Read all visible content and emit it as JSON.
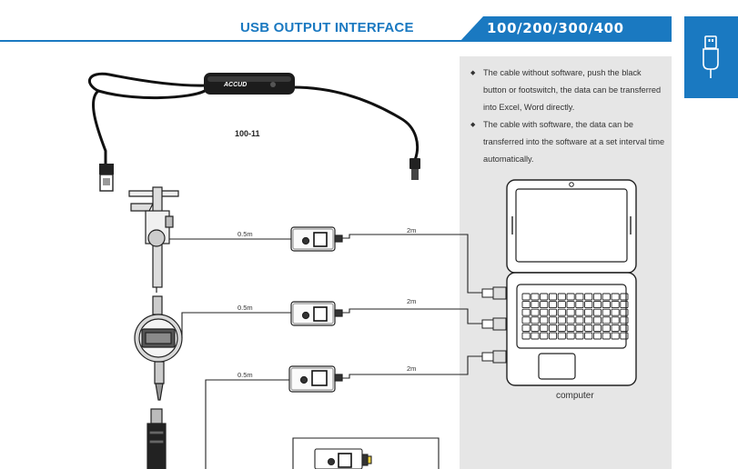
{
  "header": {
    "title": "USB OUTPUT INTERFACE",
    "models": "100/200/300/400"
  },
  "product": {
    "model_code": "100-11",
    "brand_on_device": "ACCUD"
  },
  "notes": [
    "The cable without software, push the black button or footswitch, the data can be transferred into Excel, Word directly.",
    "The cable with software, the data can be transferred into the software at a set interval time automatically."
  ],
  "connections": [
    {
      "short_cable": "0.5m",
      "long_cable": "2m"
    },
    {
      "short_cable": "0.5m",
      "long_cable": "2m"
    },
    {
      "short_cable": "0.5m",
      "long_cable": "2m"
    }
  ],
  "computer_label": "computer",
  "icons": {
    "side_tab": "usb-plug-icon"
  },
  "colors": {
    "accent": "#1a79c1",
    "panel": "#e6e6e6"
  }
}
